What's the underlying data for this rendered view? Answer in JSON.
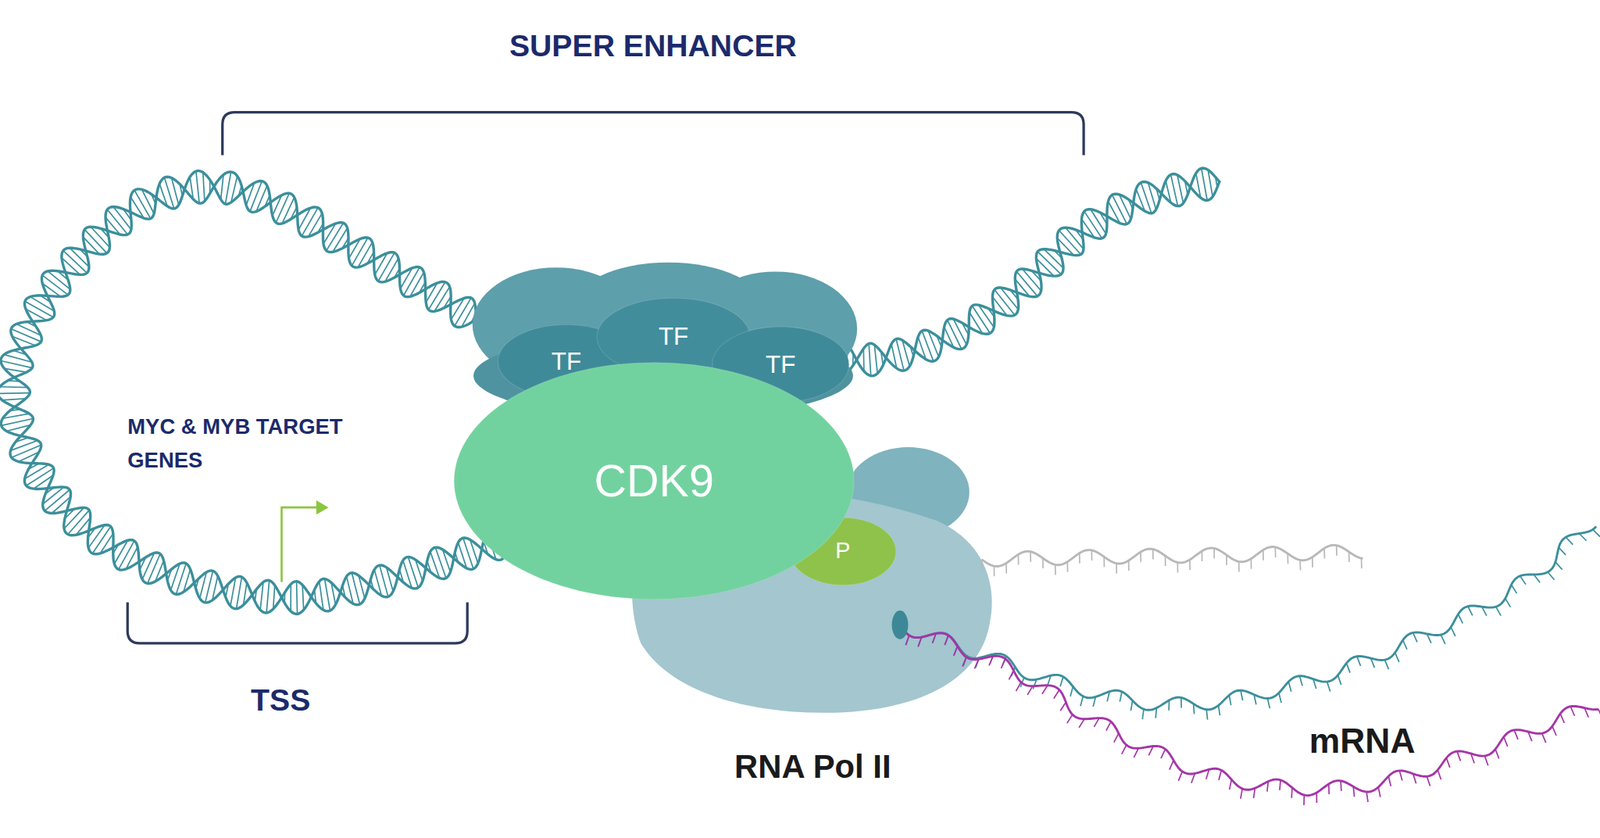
{
  "diagram": {
    "nodes": [
      {
        "text": [
          "TF"
        ]
      },
      {
        "text": [
          "TF"
        ]
      },
      {
        "text": [
          "TF"
        ]
      },
      {
        "text": [
          "CDK9"
        ]
      },
      {
        "text": [
          "RNA Pol II"
        ]
      },
      {
        "text": [
          "P"
        ],
        "in": 4
      }
    ],
    "labels": [
      "SUPER ENHANCER",
      "MYC & MYB TARGET GENES",
      "TSS",
      "mRNA"
    ]
  }
}
